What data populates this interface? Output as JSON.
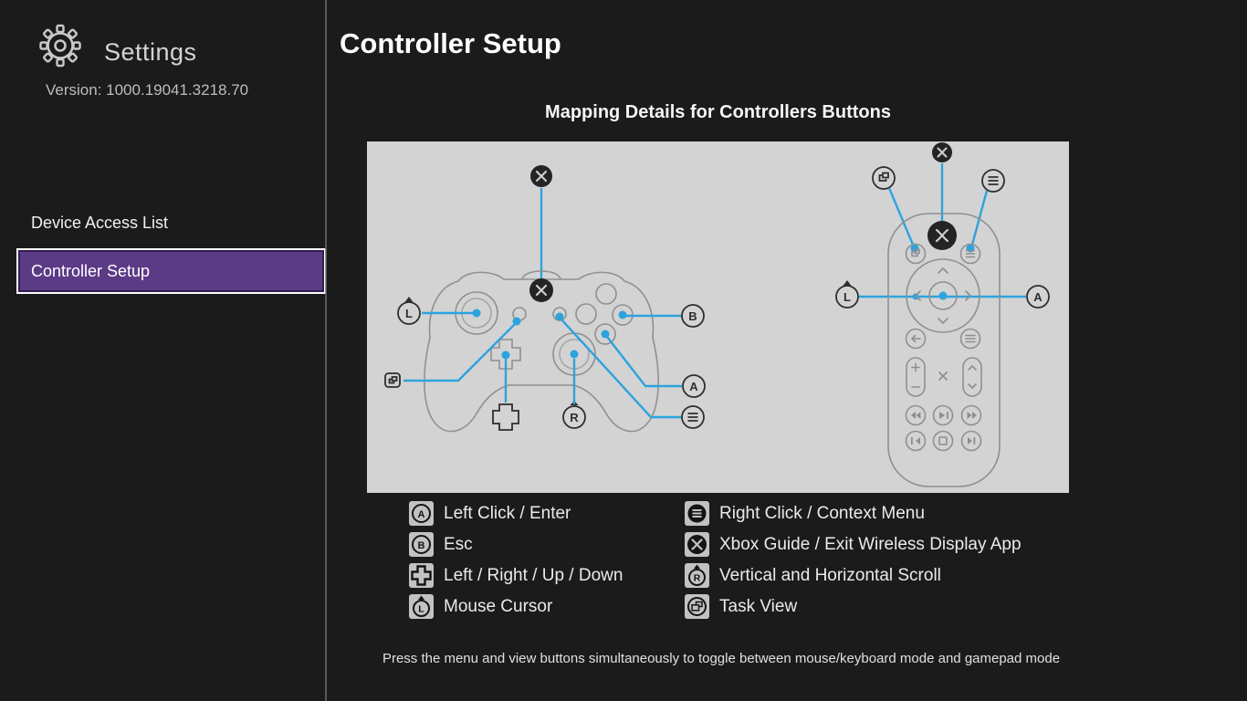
{
  "sidebar": {
    "title": "Settings",
    "version": "Version: 1000.19041.3218.70",
    "items": [
      {
        "label": "Device Access List",
        "selected": false
      },
      {
        "label": "Controller Setup",
        "selected": true
      }
    ]
  },
  "main": {
    "title": "Controller Setup",
    "subtitle": "Mapping Details for Controllers Buttons",
    "legend": {
      "left": [
        {
          "icon": "a-button-icon",
          "label": "Left Click / Enter"
        },
        {
          "icon": "b-button-icon",
          "label": "Esc"
        },
        {
          "icon": "dpad-icon",
          "label": "Left / Right / Up / Down"
        },
        {
          "icon": "left-stick-icon",
          "label": "Mouse Cursor"
        }
      ],
      "right": [
        {
          "icon": "menu-button-icon",
          "label": "Right Click / Context Menu"
        },
        {
          "icon": "xbox-button-icon",
          "label": "Xbox Guide / Exit Wireless Display App"
        },
        {
          "icon": "right-stick-icon",
          "label": "Vertical and Horizontal Scroll"
        },
        {
          "icon": "task-view-icon",
          "label": "Task View"
        }
      ]
    },
    "note": "Press the menu and view buttons simultaneously to toggle between mouse/keyboard mode and gamepad mode"
  },
  "colors": {
    "accent_purple": "#5b3a86",
    "callout_blue": "#2da3dd",
    "panel_gray": "#d3d3d3",
    "background": "#1b1b1b"
  }
}
